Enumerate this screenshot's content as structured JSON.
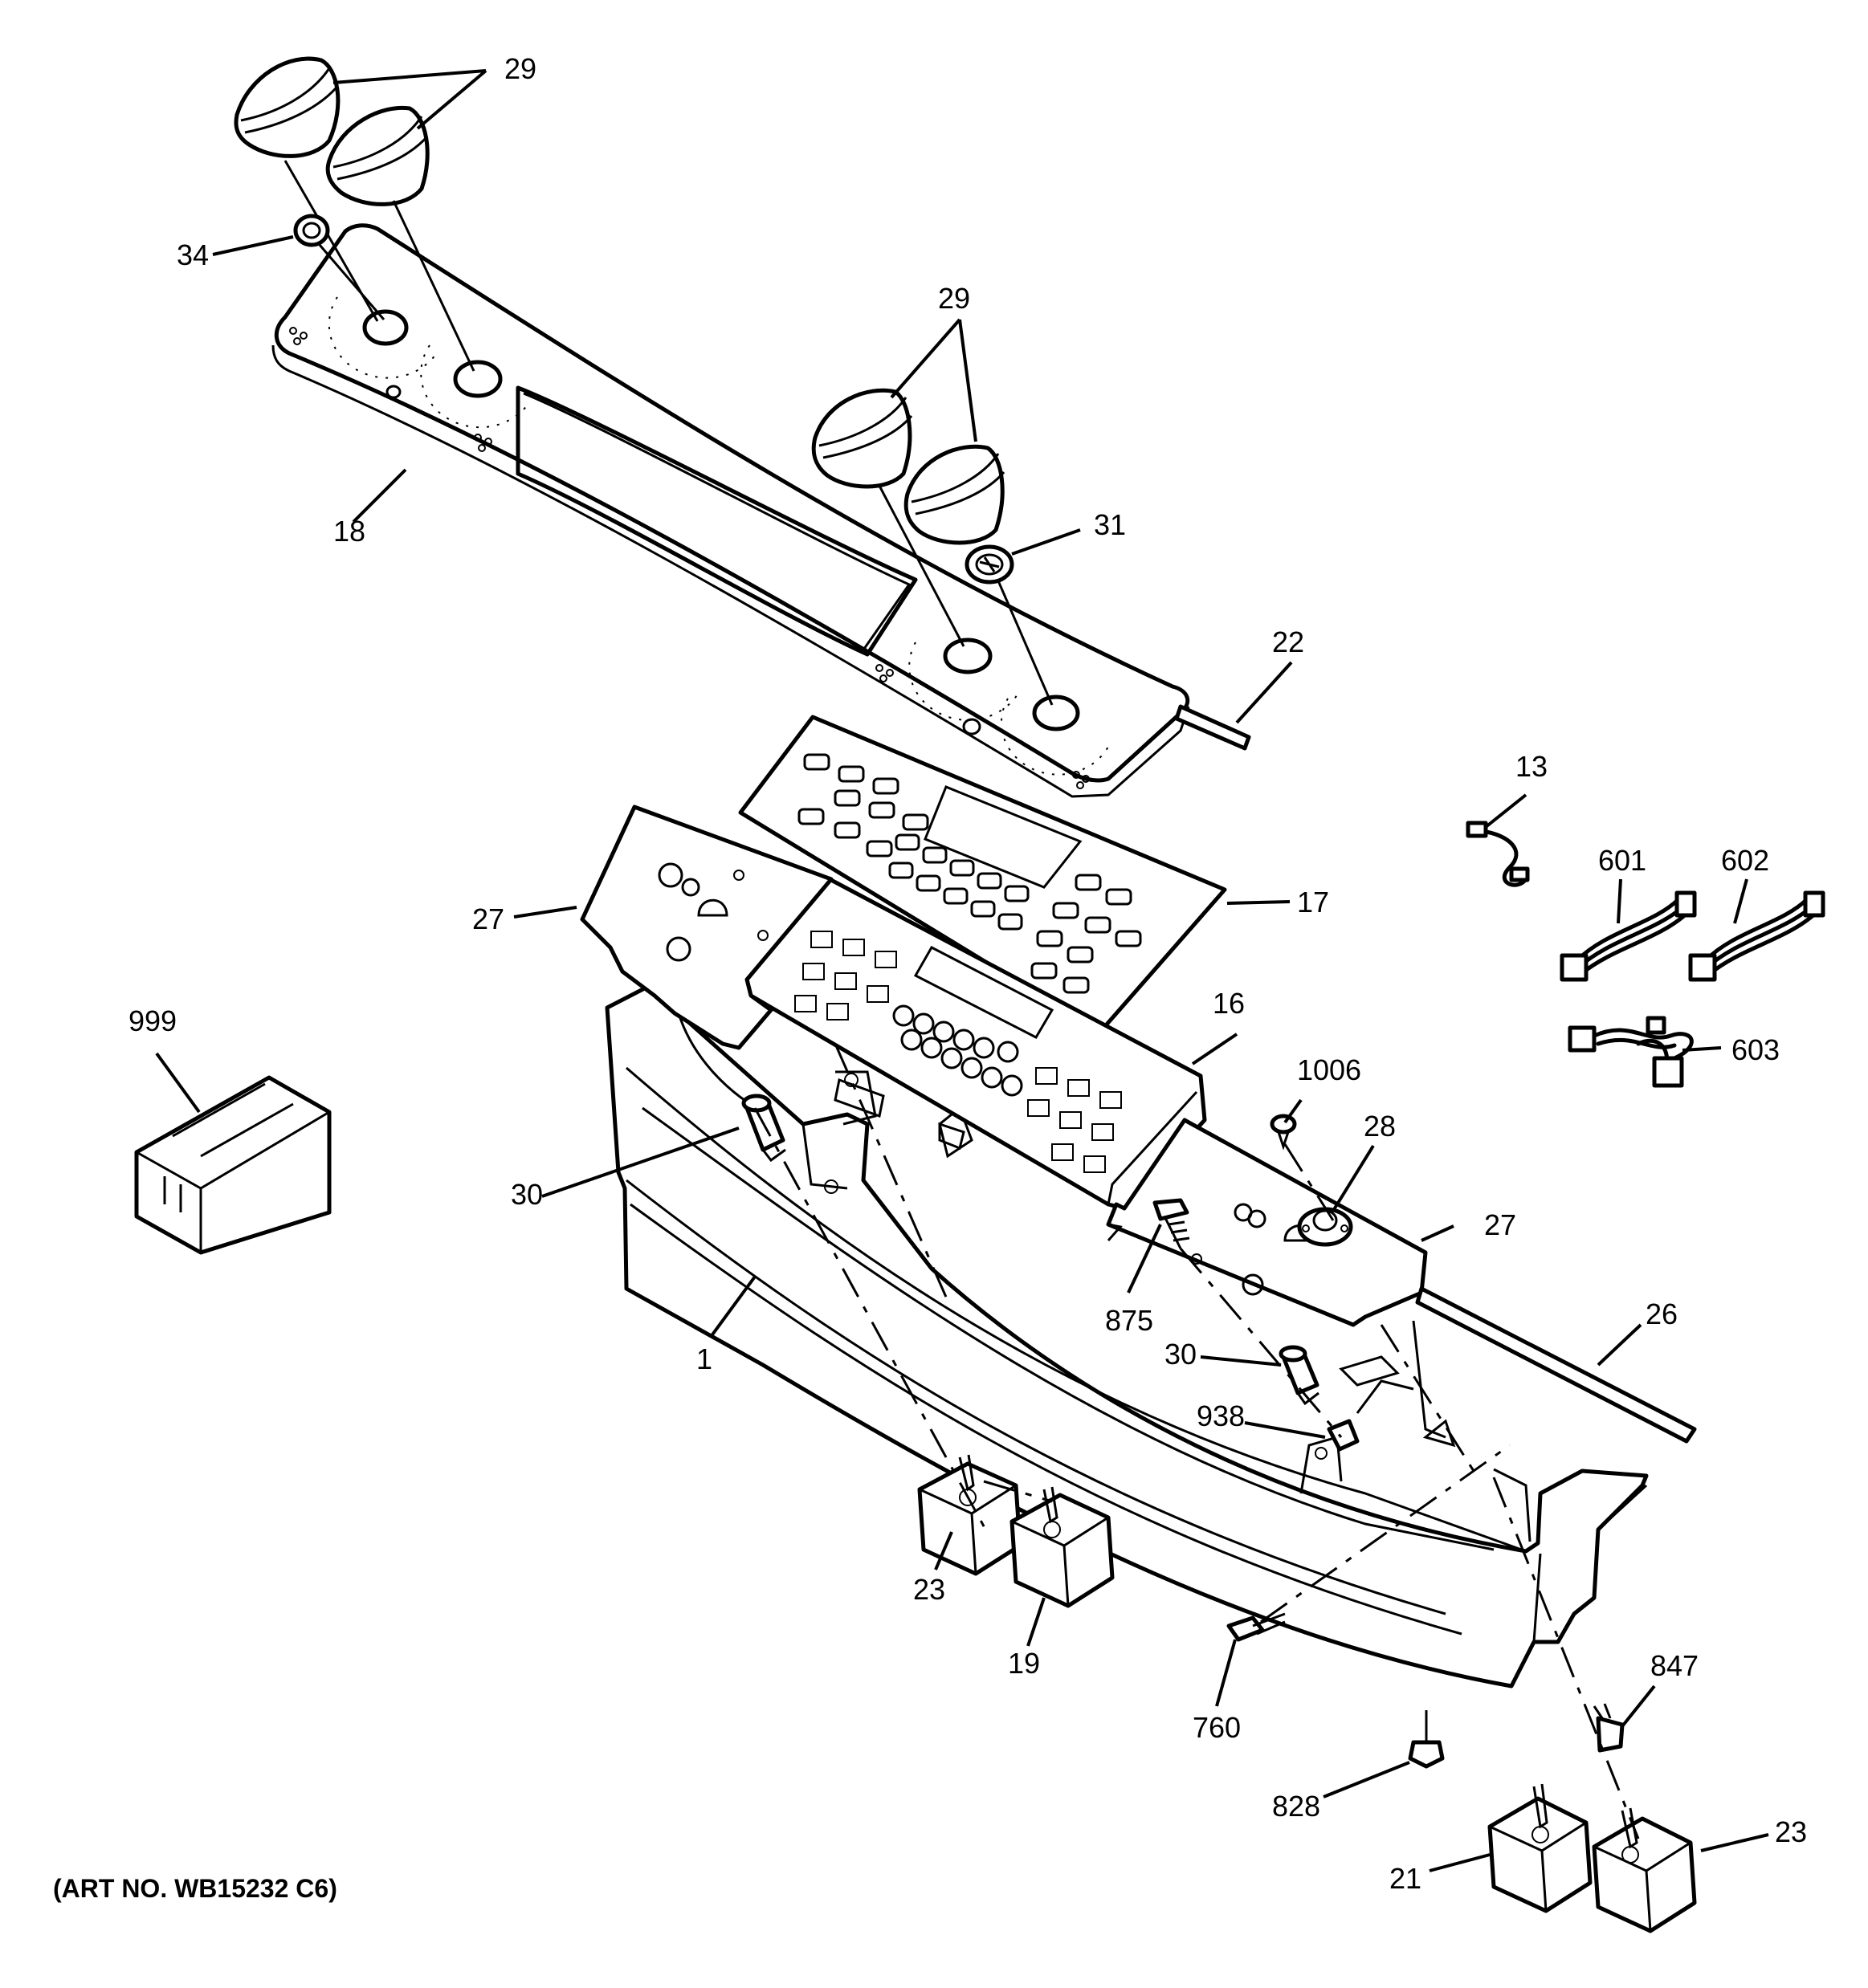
{
  "diagram": {
    "callouts": [
      {
        "id": "c-29a",
        "label": "29",
        "part": "knob"
      },
      {
        "id": "c-34",
        "label": "34",
        "part": "ring"
      },
      {
        "id": "c-18",
        "label": "18",
        "part": "control panel"
      },
      {
        "id": "c-29b",
        "label": "29",
        "part": "knob"
      },
      {
        "id": "c-31",
        "label": "31",
        "part": "light"
      },
      {
        "id": "c-22",
        "label": "22",
        "part": "trim strip"
      },
      {
        "id": "c-13",
        "label": "13",
        "part": "harness"
      },
      {
        "id": "c-601",
        "label": "601",
        "part": "harness"
      },
      {
        "id": "c-602",
        "label": "602",
        "part": "harness"
      },
      {
        "id": "c-603",
        "label": "603",
        "part": "harness"
      },
      {
        "id": "c-17",
        "label": "17",
        "part": "overlay"
      },
      {
        "id": "c-27a",
        "label": "27",
        "part": "bracket"
      },
      {
        "id": "c-999",
        "label": "999",
        "part": "box"
      },
      {
        "id": "c-16",
        "label": "16",
        "part": "control board"
      },
      {
        "id": "c-1006",
        "label": "1006",
        "part": "screw"
      },
      {
        "id": "c-28",
        "label": "28",
        "part": "switch"
      },
      {
        "id": "c-27b",
        "label": "27",
        "part": "bracket"
      },
      {
        "id": "c-30a",
        "label": "30",
        "part": "lamp"
      },
      {
        "id": "c-875",
        "label": "875",
        "part": "screw"
      },
      {
        "id": "c-1",
        "label": "1",
        "part": "backguard"
      },
      {
        "id": "c-30b",
        "label": "30",
        "part": "lamp"
      },
      {
        "id": "c-26",
        "label": "26",
        "part": "trim strip"
      },
      {
        "id": "c-938",
        "label": "938",
        "part": "clip"
      },
      {
        "id": "c-23a",
        "label": "23",
        "part": "infinite switch"
      },
      {
        "id": "c-19",
        "label": "19",
        "part": "infinite switch"
      },
      {
        "id": "c-760",
        "label": "760",
        "part": "screw"
      },
      {
        "id": "c-847",
        "label": "847",
        "part": "screw"
      },
      {
        "id": "c-828",
        "label": "828",
        "part": "screw"
      },
      {
        "id": "c-21",
        "label": "21",
        "part": "infinite switch"
      },
      {
        "id": "c-23b",
        "label": "23",
        "part": "infinite switch"
      }
    ],
    "footer": "(ART NO. WB15232 C6)"
  }
}
